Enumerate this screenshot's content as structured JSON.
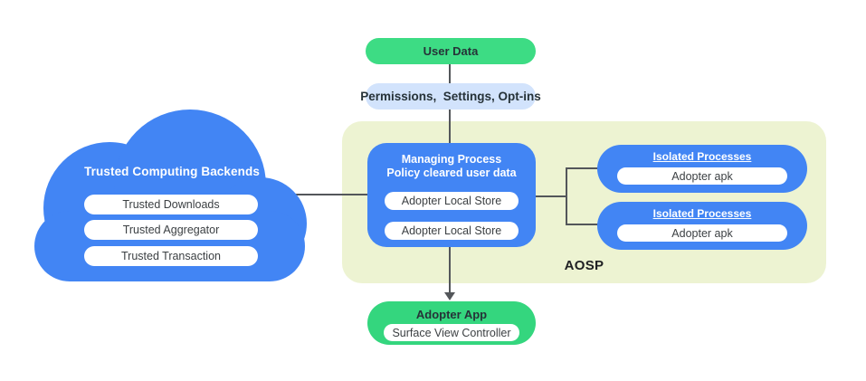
{
  "colors": {
    "blue": "#4285f4",
    "green-top": "#3ddc84",
    "green-bottom": "#34d67e",
    "light-blue": "#d2e3fc",
    "aosp-bg": "#edf3d2",
    "line": "#53565a",
    "dark-text": "#263238",
    "pill-text": "#3c4043"
  },
  "user_data": {
    "label": "User Data"
  },
  "permissions": {
    "label": "Permissions,  Settings, Opt-ins"
  },
  "cloud": {
    "title": "Trusted Computing Backends",
    "pills": [
      "Trusted Downloads",
      "Trusted Aggregator",
      "Trusted Transaction"
    ]
  },
  "aosp": {
    "label": "AOSP",
    "managing_process": {
      "title_line1": "Managing Process",
      "title_line2": "Policy cleared user data",
      "pills": [
        "Adopter Local Store",
        "Adopter Local Store"
      ]
    },
    "isolated_processes": [
      {
        "title": "Isolated Processes",
        "pill": "Adopter apk"
      },
      {
        "title": "Isolated Processes",
        "pill": "Adopter apk"
      }
    ]
  },
  "adopter_app": {
    "title": "Adopter App",
    "pill": "Surface View Controller"
  }
}
